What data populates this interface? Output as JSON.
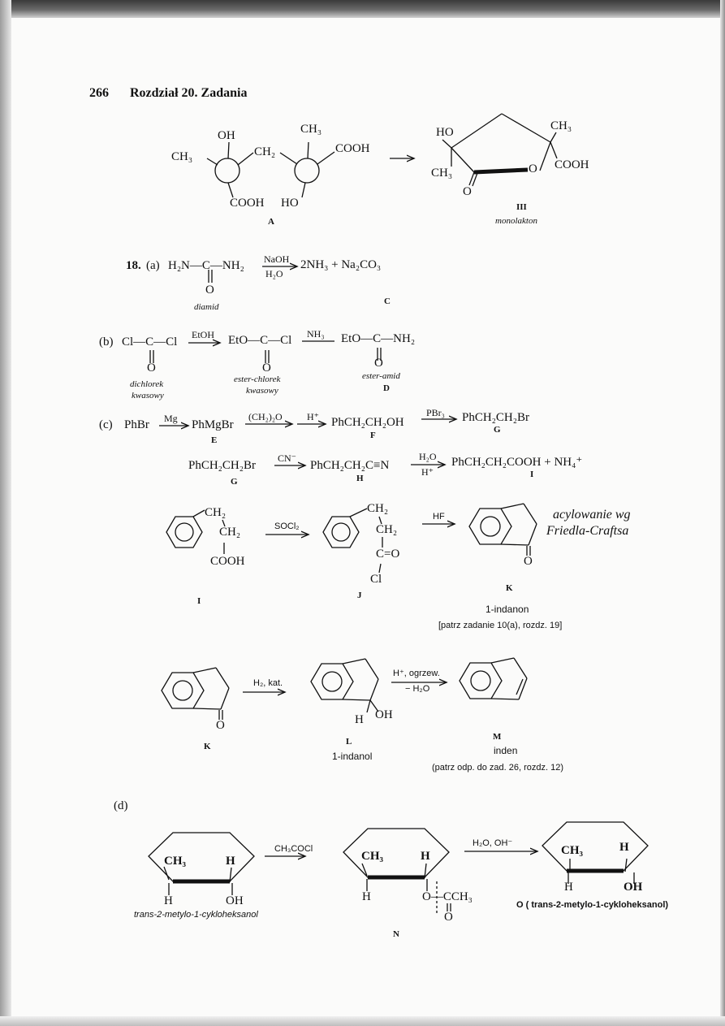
{
  "header": {
    "page_number": "266",
    "chapter": "Rozdział 20. Zadania"
  },
  "scheme_A": {
    "labels": {
      "oh_top": "OH",
      "ch3_top": "CH₃",
      "ch3_left": "CH₃",
      "ch2": "CH₂",
      "cooh_right": "COOH",
      "cooh_bottom": "COOH",
      "ho_bottom": "HO",
      "compound": "A"
    },
    "product": {
      "ho": "HO",
      "ch3_top": "CH₃",
      "ch3_left": "CH₃",
      "o_ring": "O",
      "o_carbonyl": "O",
      "cooh": "COOH",
      "compound": "III",
      "name": "monolakton"
    }
  },
  "problem_18": {
    "number": "18.",
    "a": {
      "part": "(a)",
      "reactant": "H₂N—C—NH₂",
      "reactant_o": "O",
      "reagent_top": "NaOH",
      "reagent_bottom": "H₂O",
      "products": "2NH₃ + Na₂CO₃",
      "name": "diamid",
      "compound": "C"
    },
    "b": {
      "part": "(b)",
      "reactant": "Cl—C—Cl",
      "reactant_o": "O",
      "reagent1": "EtOH",
      "intermediate": "EtO—C—Cl",
      "intermediate_o": "O",
      "reagent2": "NH₃",
      "product": "EtO—C—NH₂",
      "product_o": "O",
      "name1a": "dichlorek",
      "name1b": "kwasowy",
      "name2a": "ester-chlorek",
      "name2b": "kwasowy",
      "name3": "ester-amid",
      "compound": "D"
    },
    "c": {
      "part": "(c)",
      "line1": {
        "start": "PhBr",
        "r1": "Mg",
        "p1": "PhMgBr",
        "r2": "(CH₂)₂O",
        "r3": "H⁺",
        "p2": "PhCH₂CH₂OH",
        "r4": "PBr₃",
        "p3": "PhCH₂CH₂Br",
        "label_E": "E",
        "label_F": "F",
        "label_G": "G"
      },
      "line2": {
        "start": "PhCH₂CH₂Br",
        "r1": "CN⁻",
        "p1": "PhCH₂CH₂C≡N",
        "r2_top": "H₂O",
        "r2_bottom": "H⁺",
        "p2": "PhCH₂CH₂COOH + NH₄⁺",
        "label_G": "G",
        "label_H": "H",
        "label_I": "I"
      },
      "line3": {
        "ch2_a": "CH₂",
        "ch2_b": "CH₂",
        "cooh": "COOH",
        "r1": "SOCl₂",
        "j_ch2_a": "CH₂",
        "j_ch2_b": "CH₂",
        "j_co": "C=O",
        "j_cl": "Cl",
        "r2": "HF",
        "k_o": "O",
        "note1": "acylowanie wg",
        "note2": "Friedla-Craftsa",
        "label_I": "I",
        "label_J": "J",
        "label_K": "K",
        "k_name": "1-indanon",
        "ref": "[patrz zadanie 10(a), rozdz. 19]"
      },
      "line4": {
        "k_o": "O",
        "r1": "H₂, kat.",
        "l_h": "H",
        "l_oh": "OH",
        "r2_top": "H⁺, ogrzew.",
        "r2_bottom": "− H₂O",
        "label_K": "K",
        "label_L": "L",
        "l_name": "1-indanol",
        "label_M": "M",
        "m_name": "inden",
        "ref": "(patrz odp. do zad. 26, rozdz. 12)"
      }
    },
    "d": {
      "part": "(d)",
      "s1": {
        "ch3": "CH₃",
        "h_up": "H",
        "h_down": "H",
        "oh": "OH",
        "name": "trans-2-metylo-1-cykloheksanol"
      },
      "r1": "CH₃COCl",
      "s2": {
        "ch3": "CH₃",
        "h_up": "H",
        "h_down": "H",
        "ester": "O—CCH₃",
        "o": "O",
        "label": "N"
      },
      "r2": "H₂O, OH⁻",
      "s3": {
        "ch3": "CH₃",
        "h_up": "H",
        "h_down": "H",
        "oh": "OH",
        "name": "O ( trans-2-metylo-1-cykloheksanol)"
      }
    }
  }
}
